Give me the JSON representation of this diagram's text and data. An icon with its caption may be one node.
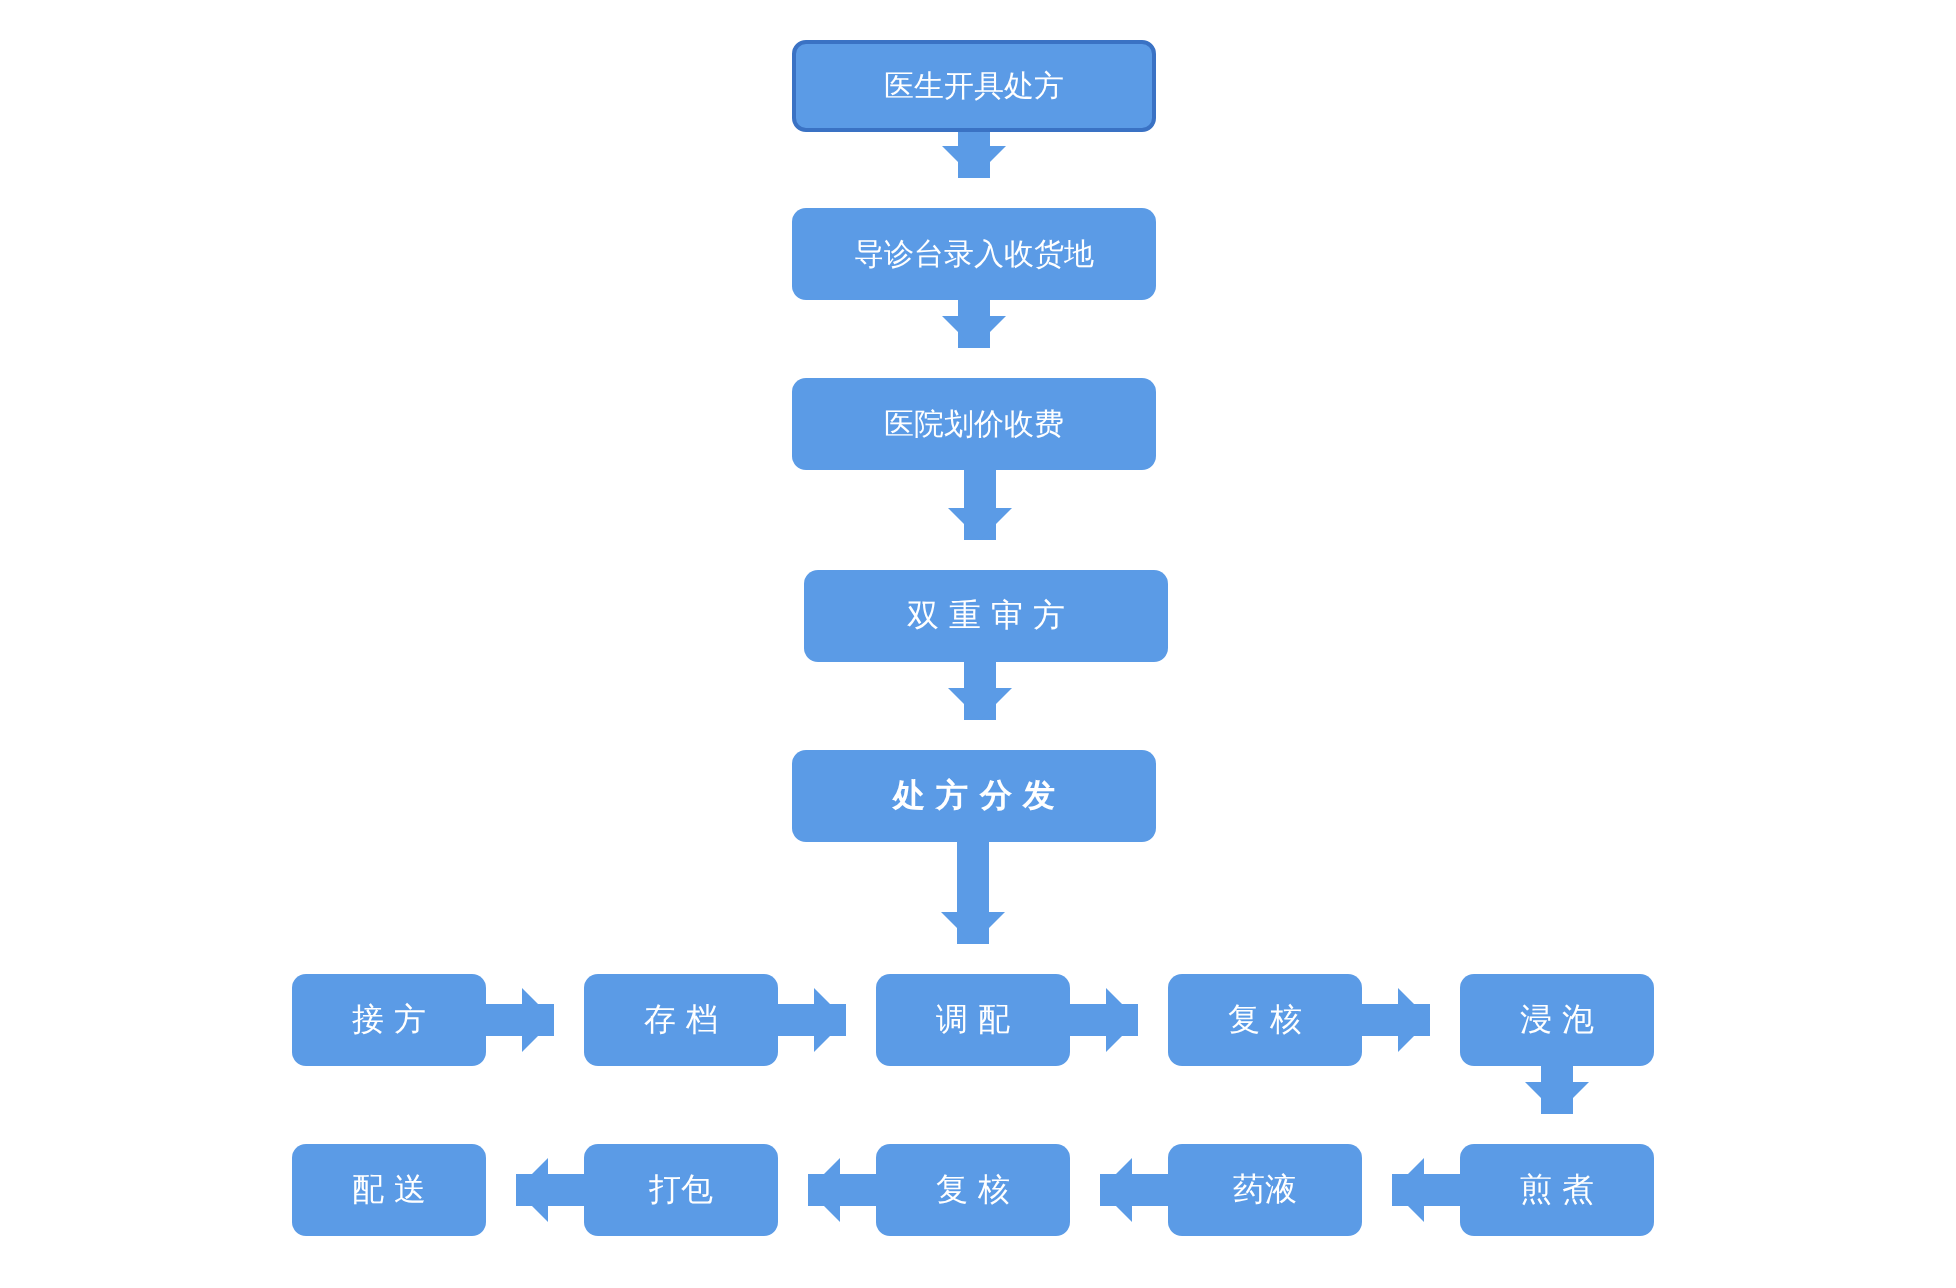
{
  "diagram": {
    "nodes": [
      {
        "text": [
          "医生开具处方"
        ]
      },
      {
        "text": [
          "导诊台录入收货地"
        ]
      },
      {
        "text": [
          "医院划价收费"
        ]
      },
      {
        "text": [
          "双 重 审 方"
        ]
      },
      {
        "text": [
          "处 方 分 发"
        ]
      },
      {
        "text": [
          "接 方"
        ]
      },
      {
        "text": [
          "存 档"
        ]
      },
      {
        "text": [
          "调 配"
        ]
      },
      {
        "text": [
          "复 核"
        ]
      },
      {
        "text": [
          "浸 泡"
        ]
      },
      {
        "text": [
          "配 送"
        ]
      },
      {
        "text": [
          "打包"
        ]
      },
      {
        "text": [
          "复 核"
        ]
      },
      {
        "text": [
          "药液"
        ]
      },
      {
        "text": [
          "煎 煮"
        ]
      }
    ],
    "edges": [
      {
        "from": 0,
        "to": 1,
        "arrow": "to"
      },
      {
        "from": 1,
        "to": 2,
        "arrow": "to"
      },
      {
        "from": 2,
        "to": 3,
        "arrow": "to"
      },
      {
        "from": 3,
        "to": 4,
        "arrow": "to"
      },
      {
        "from": 4,
        "to": 7,
        "arrow": "to"
      },
      {
        "from": 5,
        "to": 6,
        "arrow": "to"
      },
      {
        "from": 6,
        "to": 7,
        "arrow": "to"
      },
      {
        "from": 7,
        "to": 8,
        "arrow": "to"
      },
      {
        "from": 8,
        "to": 9,
        "arrow": "to"
      },
      {
        "from": 9,
        "to": 14,
        "arrow": "to"
      },
      {
        "from": 14,
        "to": 13,
        "arrow": "to"
      },
      {
        "from": 13,
        "to": 12,
        "arrow": "to"
      },
      {
        "from": 12,
        "to": 11,
        "arrow": "to"
      },
      {
        "from": 11,
        "to": 10,
        "arrow": "to"
      }
    ]
  }
}
